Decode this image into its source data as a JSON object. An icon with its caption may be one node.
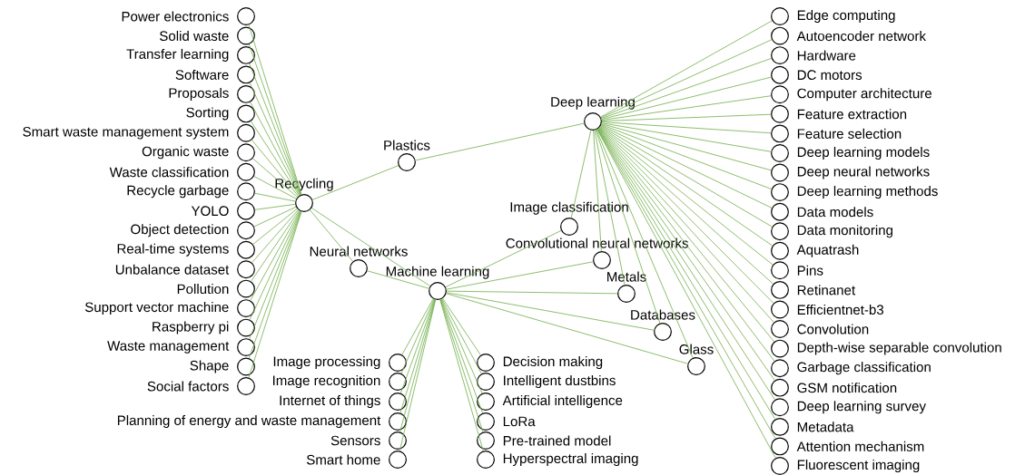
{
  "diagram": {
    "nodes": [
      {
        "text": [
          "Power electronics"
        ]
      },
      {
        "text": [
          "Solid waste"
        ]
      },
      {
        "text": [
          "Transfer learning"
        ]
      },
      {
        "text": [
          "Software"
        ]
      },
      {
        "text": [
          "Proposals"
        ]
      },
      {
        "text": [
          "Sorting"
        ]
      },
      {
        "text": [
          "Smart waste management system"
        ]
      },
      {
        "text": [
          "Organic waste"
        ]
      },
      {
        "text": [
          "Waste classification"
        ]
      },
      {
        "text": [
          "Recycle garbage"
        ]
      },
      {
        "text": [
          "YOLO"
        ]
      },
      {
        "text": [
          "Object detection"
        ]
      },
      {
        "text": [
          "Real-time systems"
        ]
      },
      {
        "text": [
          "Unbalance dataset"
        ]
      },
      {
        "text": [
          "Pollution"
        ]
      },
      {
        "text": [
          "Support vector machine"
        ]
      },
      {
        "text": [
          "Raspberry pi"
        ]
      },
      {
        "text": [
          "Waste management"
        ]
      },
      {
        "text": [
          "Shape"
        ]
      },
      {
        "text": [
          "Social factors"
        ]
      },
      {
        "text": [
          "Recycling"
        ]
      },
      {
        "text": [
          "Plastics"
        ]
      },
      {
        "text": [
          "Neural networks"
        ]
      },
      {
        "text": [
          "Deep learning"
        ]
      },
      {
        "text": [
          "Image classification"
        ]
      },
      {
        "text": [
          "Convolutional neural networks"
        ]
      },
      {
        "text": [
          "Machine learning"
        ]
      },
      {
        "text": [
          "Metals"
        ]
      },
      {
        "text": [
          "Databases"
        ]
      },
      {
        "text": [
          "Glass"
        ]
      },
      {
        "text": [
          "Edge computing"
        ]
      },
      {
        "text": [
          "Autoencoder network"
        ]
      },
      {
        "text": [
          "Hardware"
        ]
      },
      {
        "text": [
          "DC motors"
        ]
      },
      {
        "text": [
          "Computer architecture"
        ]
      },
      {
        "text": [
          "Feature extraction"
        ]
      },
      {
        "text": [
          "Feature selection"
        ]
      },
      {
        "text": [
          "Deep learning models"
        ]
      },
      {
        "text": [
          "Deep neural networks"
        ]
      },
      {
        "text": [
          "Deep learning methods"
        ]
      },
      {
        "text": [
          "Data models"
        ]
      },
      {
        "text": [
          "Data monitoring"
        ]
      },
      {
        "text": [
          "Aquatrash"
        ]
      },
      {
        "text": [
          "Pins"
        ]
      },
      {
        "text": [
          "Retinanet"
        ]
      },
      {
        "text": [
          "Efficientnet-b3"
        ]
      },
      {
        "text": [
          "Convolution"
        ]
      },
      {
        "text": [
          "Depth-wise separable convolution"
        ]
      },
      {
        "text": [
          "Garbage classification"
        ]
      },
      {
        "text": [
          "GSM notification"
        ]
      },
      {
        "text": [
          "Deep learning survey"
        ]
      },
      {
        "text": [
          "Metadata"
        ]
      },
      {
        "text": [
          "Attention mechanism"
        ]
      },
      {
        "text": [
          "Fluorescent imaging"
        ]
      },
      {
        "text": [
          "Image processing"
        ]
      },
      {
        "text": [
          "Image recognition"
        ]
      },
      {
        "text": [
          "Internet of things"
        ]
      },
      {
        "text": [
          "Planning of energy and waste management"
        ]
      },
      {
        "text": [
          "Sensors"
        ]
      },
      {
        "text": [
          "Smart home"
        ]
      },
      {
        "text": [
          "Decision making"
        ]
      },
      {
        "text": [
          "Intelligent dustbins"
        ]
      },
      {
        "text": [
          "Artificial intelligence"
        ]
      },
      {
        "text": [
          "LoRa"
        ]
      },
      {
        "text": [
          "Pre-trained model"
        ]
      },
      {
        "text": [
          "Hyperspectral imaging"
        ]
      }
    ],
    "edges": [
      {
        "from": 20,
        "to": 0,
        "arrow": "none"
      },
      {
        "from": 20,
        "to": 1,
        "arrow": "none"
      },
      {
        "from": 20,
        "to": 2,
        "arrow": "none"
      },
      {
        "from": 20,
        "to": 3,
        "arrow": "none"
      },
      {
        "from": 20,
        "to": 4,
        "arrow": "none"
      },
      {
        "from": 20,
        "to": 5,
        "arrow": "none"
      },
      {
        "from": 20,
        "to": 6,
        "arrow": "none"
      },
      {
        "from": 20,
        "to": 7,
        "arrow": "none"
      },
      {
        "from": 20,
        "to": 8,
        "arrow": "none"
      },
      {
        "from": 20,
        "to": 9,
        "arrow": "none"
      },
      {
        "from": 20,
        "to": 10,
        "arrow": "none"
      },
      {
        "from": 20,
        "to": 11,
        "arrow": "none"
      },
      {
        "from": 20,
        "to": 12,
        "arrow": "none"
      },
      {
        "from": 20,
        "to": 13,
        "arrow": "none"
      },
      {
        "from": 20,
        "to": 14,
        "arrow": "none"
      },
      {
        "from": 20,
        "to": 15,
        "arrow": "none"
      },
      {
        "from": 20,
        "to": 16,
        "arrow": "none"
      },
      {
        "from": 20,
        "to": 17,
        "arrow": "none"
      },
      {
        "from": 20,
        "to": 18,
        "arrow": "none"
      },
      {
        "from": 20,
        "to": 19,
        "arrow": "none"
      },
      {
        "from": 20,
        "to": 21,
        "arrow": "none"
      },
      {
        "from": 20,
        "to": 22,
        "arrow": "none"
      },
      {
        "from": 20,
        "to": 26,
        "arrow": "none"
      },
      {
        "from": 22,
        "to": 26,
        "arrow": "none"
      },
      {
        "from": 21,
        "to": 23,
        "arrow": "none"
      },
      {
        "from": 23,
        "to": 24,
        "arrow": "none"
      },
      {
        "from": 23,
        "to": 25,
        "arrow": "none"
      },
      {
        "from": 23,
        "to": 27,
        "arrow": "none"
      },
      {
        "from": 23,
        "to": 28,
        "arrow": "none"
      },
      {
        "from": 23,
        "to": 29,
        "arrow": "none"
      },
      {
        "from": 26,
        "to": 24,
        "arrow": "none"
      },
      {
        "from": 26,
        "to": 25,
        "arrow": "none"
      },
      {
        "from": 26,
        "to": 27,
        "arrow": "none"
      },
      {
        "from": 26,
        "to": 28,
        "arrow": "none"
      },
      {
        "from": 26,
        "to": 29,
        "arrow": "none"
      },
      {
        "from": 23,
        "to": 30,
        "arrow": "none"
      },
      {
        "from": 23,
        "to": 31,
        "arrow": "none"
      },
      {
        "from": 23,
        "to": 32,
        "arrow": "none"
      },
      {
        "from": 23,
        "to": 33,
        "arrow": "none"
      },
      {
        "from": 23,
        "to": 34,
        "arrow": "none"
      },
      {
        "from": 23,
        "to": 35,
        "arrow": "none"
      },
      {
        "from": 23,
        "to": 36,
        "arrow": "none"
      },
      {
        "from": 23,
        "to": 37,
        "arrow": "none"
      },
      {
        "from": 23,
        "to": 38,
        "arrow": "none"
      },
      {
        "from": 23,
        "to": 39,
        "arrow": "none"
      },
      {
        "from": 23,
        "to": 40,
        "arrow": "none"
      },
      {
        "from": 23,
        "to": 41,
        "arrow": "none"
      },
      {
        "from": 23,
        "to": 42,
        "arrow": "none"
      },
      {
        "from": 23,
        "to": 43,
        "arrow": "none"
      },
      {
        "from": 23,
        "to": 44,
        "arrow": "none"
      },
      {
        "from": 23,
        "to": 45,
        "arrow": "none"
      },
      {
        "from": 23,
        "to": 46,
        "arrow": "none"
      },
      {
        "from": 23,
        "to": 47,
        "arrow": "none"
      },
      {
        "from": 23,
        "to": 48,
        "arrow": "none"
      },
      {
        "from": 23,
        "to": 49,
        "arrow": "none"
      },
      {
        "from": 23,
        "to": 50,
        "arrow": "none"
      },
      {
        "from": 23,
        "to": 51,
        "arrow": "none"
      },
      {
        "from": 23,
        "to": 52,
        "arrow": "none"
      },
      {
        "from": 23,
        "to": 53,
        "arrow": "none"
      },
      {
        "from": 26,
        "to": 54,
        "arrow": "none"
      },
      {
        "from": 26,
        "to": 55,
        "arrow": "none"
      },
      {
        "from": 26,
        "to": 56,
        "arrow": "none"
      },
      {
        "from": 26,
        "to": 57,
        "arrow": "none"
      },
      {
        "from": 26,
        "to": 58,
        "arrow": "none"
      },
      {
        "from": 26,
        "to": 59,
        "arrow": "none"
      },
      {
        "from": 26,
        "to": 60,
        "arrow": "none"
      },
      {
        "from": 26,
        "to": 61,
        "arrow": "none"
      },
      {
        "from": 26,
        "to": 62,
        "arrow": "none"
      },
      {
        "from": 26,
        "to": 63,
        "arrow": "none"
      },
      {
        "from": 26,
        "to": 64,
        "arrow": "none"
      },
      {
        "from": 26,
        "to": 65,
        "arrow": "none"
      }
    ]
  }
}
